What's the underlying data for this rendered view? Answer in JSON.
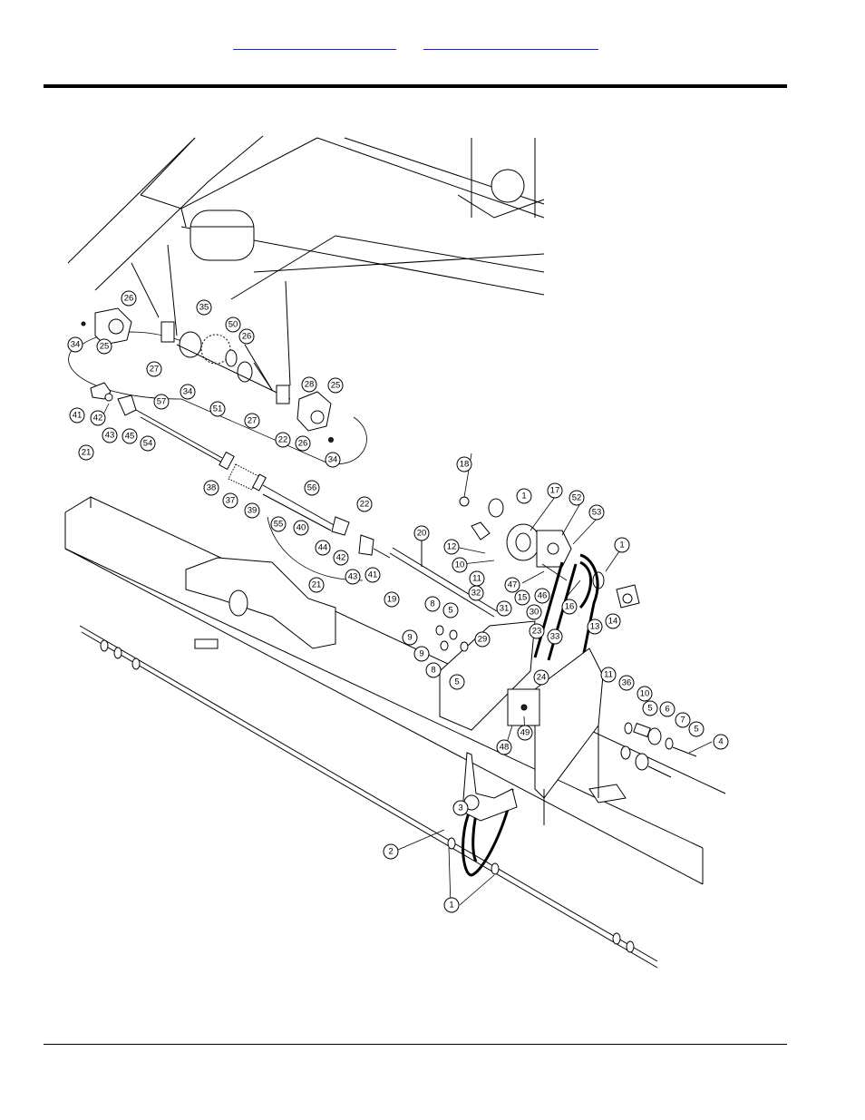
{
  "header": {
    "links": [
      {
        "id": "link-1",
        "text": ""
      },
      {
        "id": "link-2",
        "text": ""
      }
    ]
  },
  "diagram": {
    "callouts": [
      {
        "label": "34"
      },
      {
        "label": "25"
      },
      {
        "label": "26"
      },
      {
        "label": "27"
      },
      {
        "label": "35"
      },
      {
        "label": "50"
      },
      {
        "label": "26"
      },
      {
        "label": "34"
      },
      {
        "label": "51"
      },
      {
        "label": "27"
      },
      {
        "label": "28"
      },
      {
        "label": "25"
      },
      {
        "label": "22"
      },
      {
        "label": "26"
      },
      {
        "label": "34"
      },
      {
        "label": "41"
      },
      {
        "label": "42"
      },
      {
        "label": "43"
      },
      {
        "label": "45"
      },
      {
        "label": "57"
      },
      {
        "label": "54"
      },
      {
        "label": "21"
      },
      {
        "label": "38"
      },
      {
        "label": "37"
      },
      {
        "label": "39"
      },
      {
        "label": "55"
      },
      {
        "label": "56"
      },
      {
        "label": "40"
      },
      {
        "label": "44"
      },
      {
        "label": "22"
      },
      {
        "label": "42"
      },
      {
        "label": "43"
      },
      {
        "label": "41"
      },
      {
        "label": "21"
      },
      {
        "label": "18"
      },
      {
        "label": "1"
      },
      {
        "label": "17"
      },
      {
        "label": "52"
      },
      {
        "label": "53"
      },
      {
        "label": "20"
      },
      {
        "label": "12"
      },
      {
        "label": "10"
      },
      {
        "label": "11"
      },
      {
        "label": "47"
      },
      {
        "label": "15"
      },
      {
        "label": "46"
      },
      {
        "label": "1"
      },
      {
        "label": "16"
      },
      {
        "label": "13"
      },
      {
        "label": "14"
      },
      {
        "label": "19"
      },
      {
        "label": "32"
      },
      {
        "label": "31"
      },
      {
        "label": "8"
      },
      {
        "label": "5"
      },
      {
        "label": "30"
      },
      {
        "label": "9"
      },
      {
        "label": "29"
      },
      {
        "label": "23"
      },
      {
        "label": "33"
      },
      {
        "label": "9"
      },
      {
        "label": "8"
      },
      {
        "label": "5"
      },
      {
        "label": "24"
      },
      {
        "label": "11"
      },
      {
        "label": "36"
      },
      {
        "label": "10"
      },
      {
        "label": "5"
      },
      {
        "label": "6"
      },
      {
        "label": "7"
      },
      {
        "label": "5"
      },
      {
        "label": "4"
      },
      {
        "label": "49"
      },
      {
        "label": "48"
      },
      {
        "label": "3"
      },
      {
        "label": "2"
      },
      {
        "label": "1"
      }
    ]
  }
}
